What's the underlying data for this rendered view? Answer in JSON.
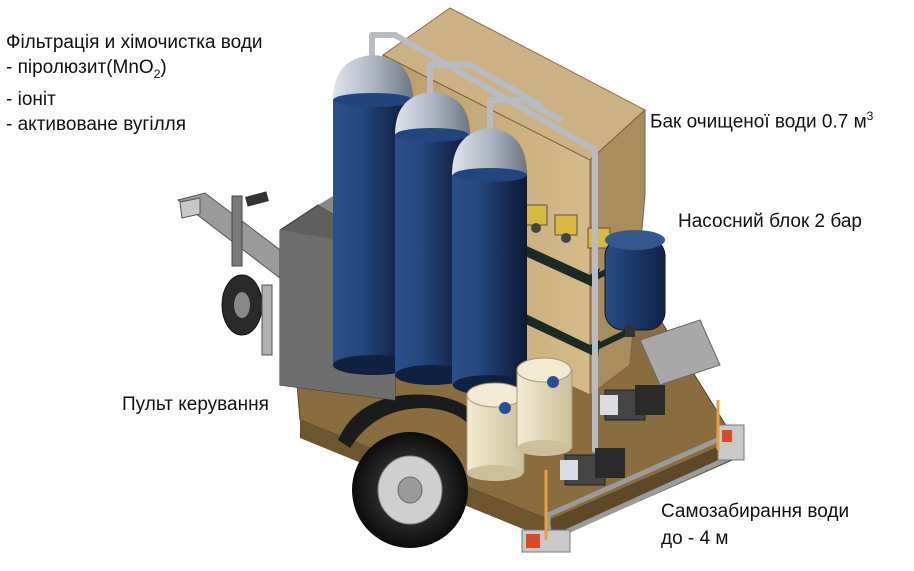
{
  "filtration": {
    "title": "Фільтрація и хімочистка води",
    "items": [
      {
        "prefix": "- піролюзит(MnO",
        "sub": "2",
        "suffix": ")"
      },
      {
        "text": "- іоніт"
      },
      {
        "text": "- активоване вугілля"
      }
    ]
  },
  "labels": {
    "tank": {
      "text": "Бак очищеної води 0.7 м",
      "sup": "3"
    },
    "pump": "Насосний блок 2 бар",
    "control": "Пульт керування",
    "intake_line1": "Самозабирання води",
    "intake_line2": "до - 4 м"
  },
  "colors": {
    "tank_box": "#c9ad7c",
    "filter_cylinder": "#1d3a6e",
    "cylinder_top": "#b9c0cc",
    "trailer_frame": "#a8a8a8",
    "control_panel": "#6a6a6a",
    "deck": "#8a6d3f",
    "canister": "#e9dcb8"
  }
}
